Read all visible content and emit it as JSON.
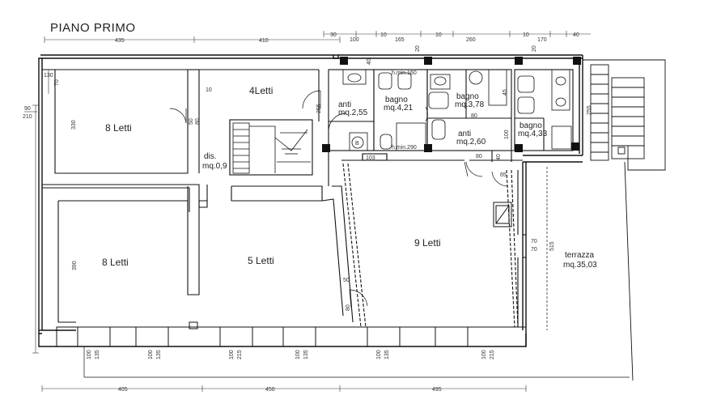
{
  "title": "PIANO PRIMO",
  "rooms": {
    "r_top_left": "8 Letti",
    "r_top_mid": "4Letti",
    "r_bot_left": "8 Letti",
    "r_bot_mid": "5 Letti",
    "r_bot_right": "9 Letti",
    "dis_name": "dis.",
    "dis_area": "mq.0,9",
    "anti1_name": "anti",
    "anti1_area": "mq.2,55",
    "bagno1_name": "bagno",
    "bagno1_area": "mq.4,21",
    "bagno2_name": "bagno",
    "bagno2_area": "mq.3,78",
    "anti2_name": "anti",
    "anti2_area": "mq.2,60",
    "bagno3_name": "bagno",
    "bagno3_area": "mq.4,33",
    "terrazza_name": "terrazza",
    "terrazza_area": "mq.35,03"
  },
  "dims_top": [
    "435",
    "410",
    "30",
    "100",
    "10",
    "165",
    "10",
    "260",
    "10",
    "170",
    "40"
  ],
  "dims_bottom": [
    "405",
    "450",
    "495"
  ],
  "dims_misc": {
    "d130": "130",
    "d70": "70",
    "d330": "330",
    "d10": "10",
    "d50": "50",
    "d80": "80",
    "d90": "90",
    "d210": "210",
    "d255": "255",
    "d40": "40",
    "hmin160": "h.min.160",
    "hmin290": "h.min.290",
    "d45": "45",
    "d80b": "80",
    "d100": "100",
    "d80c": "80",
    "d40b": "40",
    "d103": "103",
    "d65": "65",
    "d70a": "70",
    "d70b": "70",
    "d515": "515",
    "d390": "390",
    "d50b": "50",
    "d80d": "80",
    "d255b": "255",
    "d20a": "20",
    "d20b": "20"
  },
  "windows": [
    {
      "w": "100",
      "h": "135"
    },
    {
      "w": "100",
      "h": "135"
    },
    {
      "w": "100",
      "h": "215"
    },
    {
      "w": "100",
      "h": "135"
    },
    {
      "w": "100",
      "h": "135"
    },
    {
      "w": "100",
      "h": "215"
    }
  ]
}
